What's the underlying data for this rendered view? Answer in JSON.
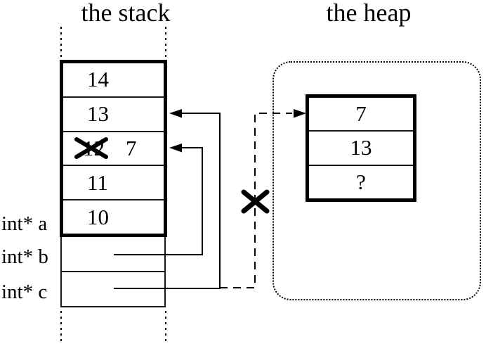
{
  "diagram": {
    "stack": {
      "title": "the stack",
      "frame_cells": [
        {
          "value": "14"
        },
        {
          "value": "13"
        },
        {
          "value": "7",
          "old_value": "12"
        },
        {
          "value": "11"
        },
        {
          "value": "10"
        }
      ],
      "pointer_rows": [
        {
          "label": "int* a"
        },
        {
          "label": "int* b"
        },
        {
          "label": "int* c"
        }
      ]
    },
    "heap": {
      "title": "the heap",
      "object_cells": [
        {
          "value": "7"
        },
        {
          "value": "13"
        },
        {
          "value": "?"
        }
      ]
    },
    "icons": {
      "old_value_cross": "x-cross",
      "invalid_pointer_cross": "x-cross",
      "stack_pointer_arrows": "left-arrowhead-solid",
      "dangling_pointer_arrow": "right-arrowhead-dashed"
    },
    "colors": {
      "line": "#000000",
      "text": "#000000",
      "background": "#ffffff"
    }
  }
}
